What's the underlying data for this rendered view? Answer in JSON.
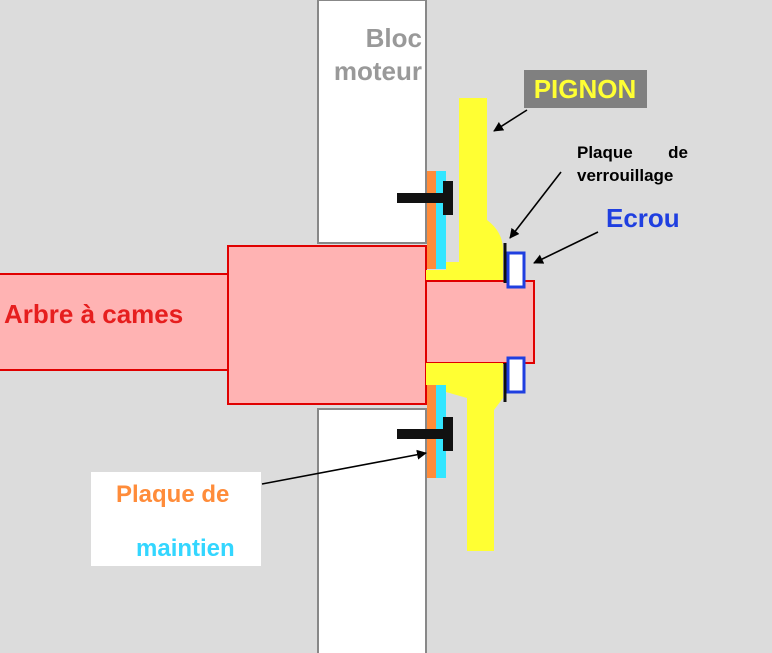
{
  "labels": {
    "bloc_line1": "Bloc",
    "bloc_line2": "moteur",
    "pignon": "PIGNON",
    "plaque_verrouillage_line1_a": "Plaque",
    "plaque_verrouillage_line1_b": "de",
    "plaque_verrouillage_line2": "verrouillage",
    "ecrou": "Ecrou",
    "arbre": "Arbre à cames",
    "plaque_maintien_line1": "Plaque de",
    "plaque_maintien_line2": "maintien"
  },
  "colors": {
    "background": "#dcdcdc",
    "engine_block": "#ffffff",
    "camshaft_fill": "#ffb3b3",
    "camshaft_stroke": "#e00000",
    "sprocket": "#ffff33",
    "retaining_plate_orange": "#ff8c3a",
    "retaining_plate_cyan": "#33e6ff",
    "nut": "#1f3fe0",
    "label_gray": "#999999",
    "label_red": "#e61e1e",
    "label_blue": "#1f3fe0",
    "label_orange": "#ff8c3a",
    "label_cyan": "#33d6ff",
    "label_yellow": "#ffff33",
    "label_dark_bg": "#808080",
    "bolt": "#111111"
  }
}
